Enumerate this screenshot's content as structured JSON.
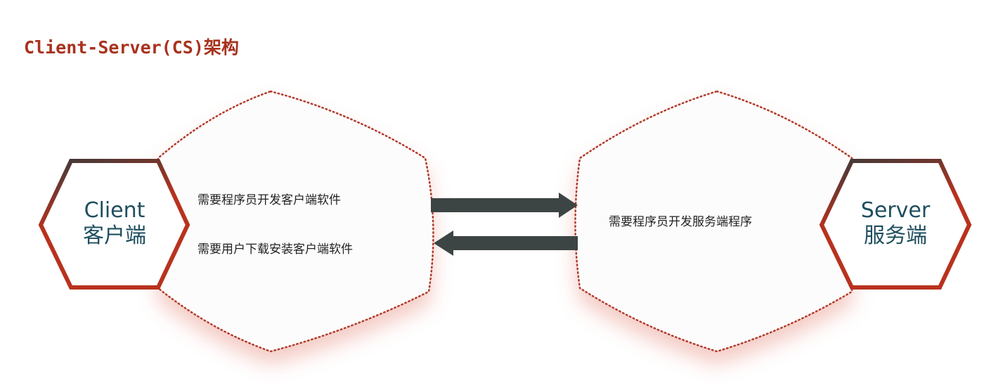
{
  "title": "Client-Server(CS)架构",
  "client": {
    "en": "Client",
    "zh": "客户端",
    "notes": [
      "需要程序员开发客户端软件",
      "需要用户下载安装客户端软件"
    ]
  },
  "server": {
    "en": "Server",
    "zh": "服务端",
    "notes": [
      "需要程序员开发服务端程序"
    ]
  },
  "colors": {
    "accent": "#a8321e",
    "dark": "#444444",
    "label": "#1f4e5f"
  }
}
